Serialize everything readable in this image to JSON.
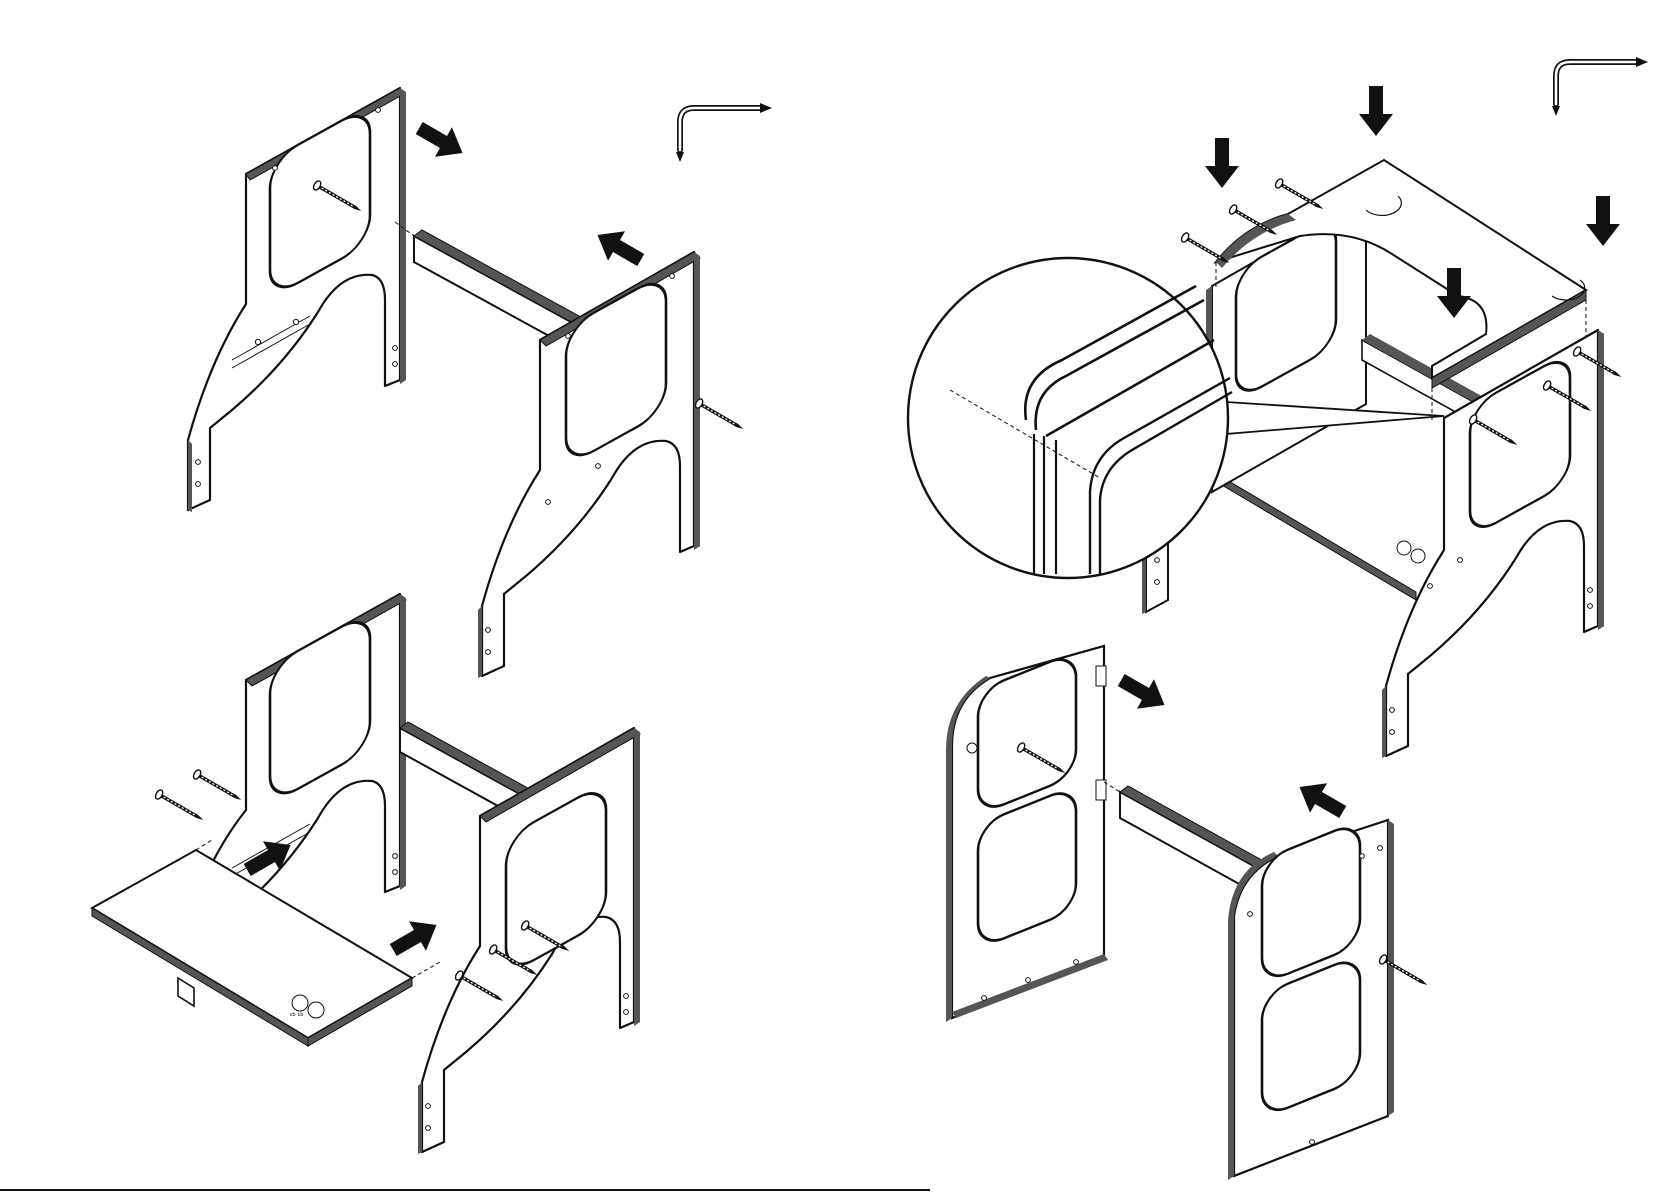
{
  "page": {
    "kind": "assembly-instructions",
    "background": "#ffffff",
    "ink": "#111111",
    "panel_edge": "#555555"
  },
  "steps": [
    {
      "id": "step-a",
      "tool_icon": "hex-key-icon",
      "action": "attach-crossbar-between-side-frames"
    },
    {
      "id": "step-b",
      "tool_icon": "none",
      "action": "insert-step-board-and-screw"
    },
    {
      "id": "step-c",
      "tool_icon": "hex-key-icon",
      "action": "press-top-board-onto-frame",
      "detail_callout": "edge-alignment-zoom"
    },
    {
      "id": "step-d",
      "tool_icon": "none",
      "action": "attach-crossbar-between-guard-frames"
    }
  ],
  "icons": {
    "tool": "hex-key-icon",
    "direction": "arrow-icon",
    "screw": "screw-icon",
    "label_sticker": "sticker-icon"
  },
  "footer": {
    "rule": "page-bottom-rule"
  }
}
